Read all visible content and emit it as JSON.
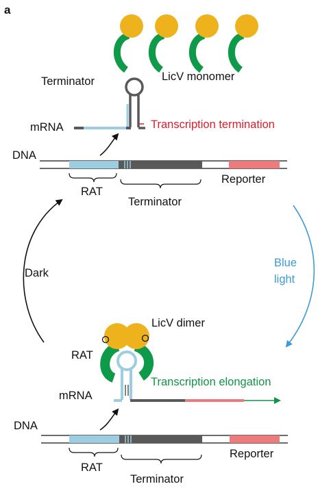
{
  "panel_label": "a",
  "top": {
    "licv_monomer_label": "LicV monomer",
    "terminator_label": "Terminator",
    "mrna_label": "mRNA",
    "termination_label": "Transcription termination",
    "dna_label": "DNA",
    "rat_label": "RAT",
    "terminator_region_label": "Terminator",
    "reporter_label": "Reporter"
  },
  "transitions": {
    "dark_label": "Dark",
    "blue_light_line1": "Blue",
    "blue_light_line2": "light"
  },
  "bottom": {
    "licv_dimer_label": "LicV dimer",
    "rat_label": "RAT",
    "mrna_label": "mRNA",
    "elongation_label": "Transcription elongation",
    "dna_label": "DNA",
    "rat_region_label": "RAT",
    "terminator_region_label": "Terminator",
    "reporter_label": "Reporter"
  },
  "colors": {
    "licv_yellow": "#EDB21C",
    "licv_green": "#0E9A48",
    "rat_blue": "#9CCDE1",
    "terminator_gray": "#595959",
    "reporter_pink": "#EE7B7B",
    "termination_red": "#D91E2A",
    "elongation_green": "#109447",
    "light_blue": "#3E9BD5",
    "text_black": "#111111"
  }
}
